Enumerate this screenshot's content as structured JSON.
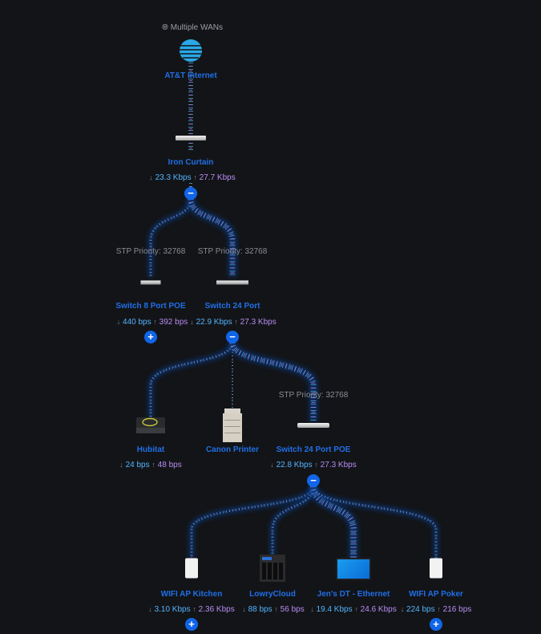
{
  "header": {
    "label": "Multiple WANs",
    "icon": "globe-network-icon"
  },
  "colors": {
    "background": "#131417",
    "name": "#1f6fe8",
    "download": "#52b4ff",
    "upload": "#b78df2",
    "button": "#1065e8"
  },
  "arrows": {
    "down": "↓",
    "up": "↑"
  },
  "nodes": {
    "att": {
      "name": "AT&T Internet"
    },
    "iron": {
      "name": "Iron Curtain",
      "down": "23.3 Kbps",
      "up": "27.7 Kbps",
      "toggle": "−"
    },
    "sw8": {
      "stp": "STP Priority: 32768",
      "name": "Switch 8 Port POE",
      "down": "440 bps",
      "up": "392 bps",
      "toggle": "+"
    },
    "sw24": {
      "stp": "STP Priority: 32768",
      "name": "Switch 24 Port",
      "down": "22.9 Kbps",
      "up": "27.3 Kbps",
      "toggle": "−"
    },
    "hubitat": {
      "name": "Hubitat",
      "down": "24 bps",
      "up": "48 bps"
    },
    "canon": {
      "name": "Canon Printer"
    },
    "sw24poe": {
      "stp": "STP Priority: 32768",
      "name": "Switch 24 Port POE",
      "down": "22.8 Kbps",
      "up": "27.3 Kbps",
      "toggle": "−"
    },
    "apk": {
      "name": "WIFI AP Kitchen",
      "down": "3.10 Kbps",
      "up": "2.36 Kbps",
      "toggle": "+"
    },
    "lowry": {
      "name": "LowryCloud",
      "down": "88 bps",
      "up": "56 bps"
    },
    "jen": {
      "name": "Jen's DT - Ethernet",
      "down": "19.4 Kbps",
      "up": "24.6 Kbps"
    },
    "app": {
      "name": "WIFI AP Poker",
      "down": "224 bps",
      "up": "216 bps",
      "toggle": "+"
    }
  }
}
